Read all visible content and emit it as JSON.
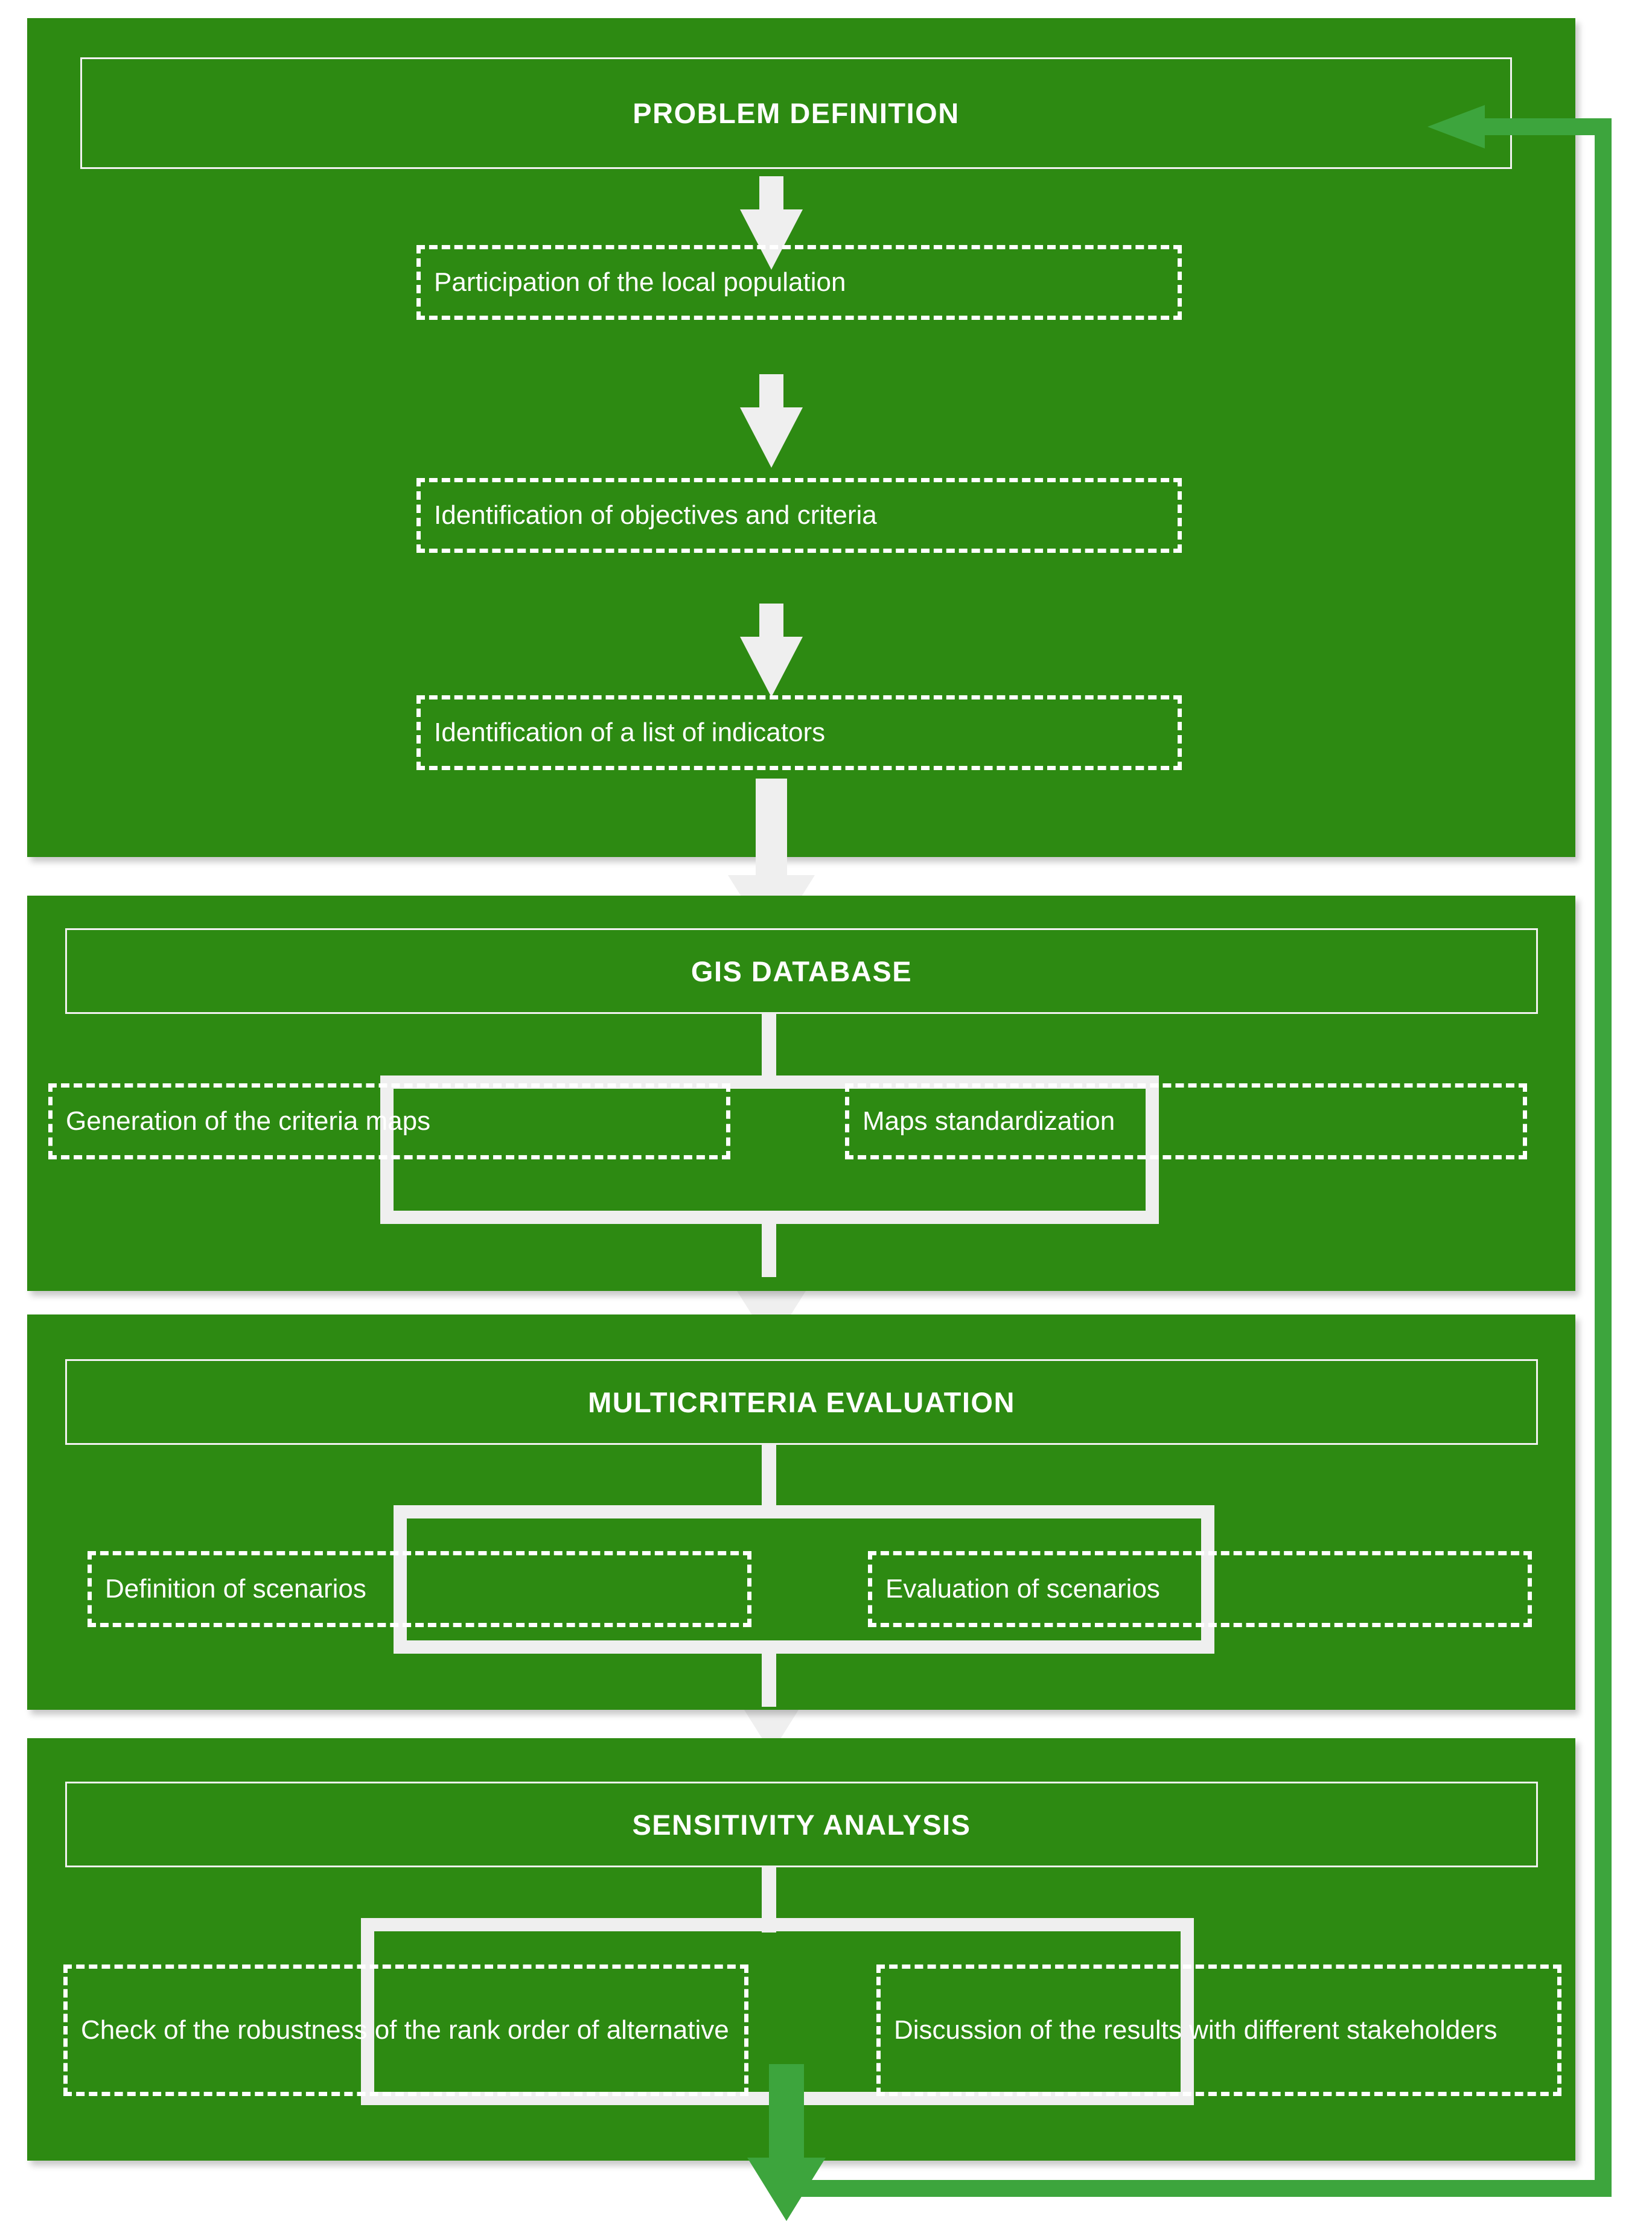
{
  "diagram": {
    "title_flow": "GIS-based multicriteria decision making flowchart",
    "colors": {
      "panel_green": "#2d8a12",
      "connector_white": "#efefef",
      "feedback_green": "#3da53d",
      "text_white": "#ffffff",
      "background": "#ffffff"
    },
    "sections": [
      {
        "id": "problem-definition",
        "header": "PROBLEM DEFINITION",
        "layout": "vertical",
        "steps": [
          "Participation of  the local population",
          "Identification of objectives and criteria",
          "Identification of a list of indicators"
        ]
      },
      {
        "id": "gis-database",
        "header": "GIS DATABASE",
        "layout": "split",
        "steps": [
          "Generation of the criteria maps",
          "Maps standardization"
        ]
      },
      {
        "id": "multicriteria-evaluation",
        "header": "MULTICRITERIA EVALUATION",
        "layout": "split",
        "steps": [
          "Definition of scenarios",
          "Evaluation of scenarios"
        ]
      },
      {
        "id": "sensitivity-analysis",
        "header": "SENSITIVITY ANALYSIS",
        "layout": "split",
        "steps": [
          " Check of the robustness of the rank order of alternative",
          "Discussion of the results with different stakeholders"
        ]
      }
    ],
    "feedback_loop": {
      "label": "feedback from sensitivity analysis back to problem definition",
      "direction": "bottom-right-up-left",
      "color": "#3da53d"
    }
  }
}
